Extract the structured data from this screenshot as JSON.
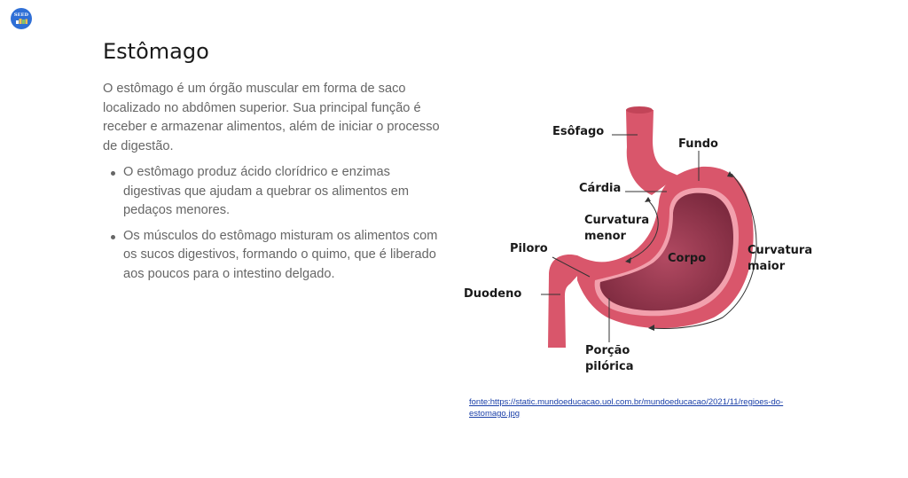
{
  "logo": {
    "text": "SEED"
  },
  "page": {
    "title": "Estômago",
    "intro": "O estômago é um órgão muscular em forma de saco localizado no abdômen superior. Sua principal função é receber e armazenar alimentos, além de iniciar o processo de digestão.",
    "bullets": [
      "O estômago produz ácido clorídrico e enzimas digestivas que ajudam a quebrar os alimentos em pedaços menores.",
      "Os músculos do estômago misturam os alimentos com os sucos digestivos, formando o quimo, que é liberado aos poucos para o intestino delgado."
    ]
  },
  "figure": {
    "labels": {
      "esofago": "Esôfago",
      "fundo": "Fundo",
      "cardia": "Cárdia",
      "curvatura_menor_1": "Curvatura",
      "curvatura_menor_2": "menor",
      "piloro": "Piloro",
      "corpo": "Corpo",
      "curvatura_maior_1": "Curvatura",
      "curvatura_maior_2": "maior",
      "duodeno": "Duodeno",
      "porcao_1": "Porção",
      "porcao_2": "pilórica"
    },
    "colors": {
      "wall": "#d9566b",
      "inner": "#8a2f45",
      "lining": "#f2a0ad"
    }
  },
  "source": {
    "text": "fonte:https://static.mundoeducacao.uol.com.br/mundoeducacao/2021/11/regioes-do-estomago.jpg"
  }
}
